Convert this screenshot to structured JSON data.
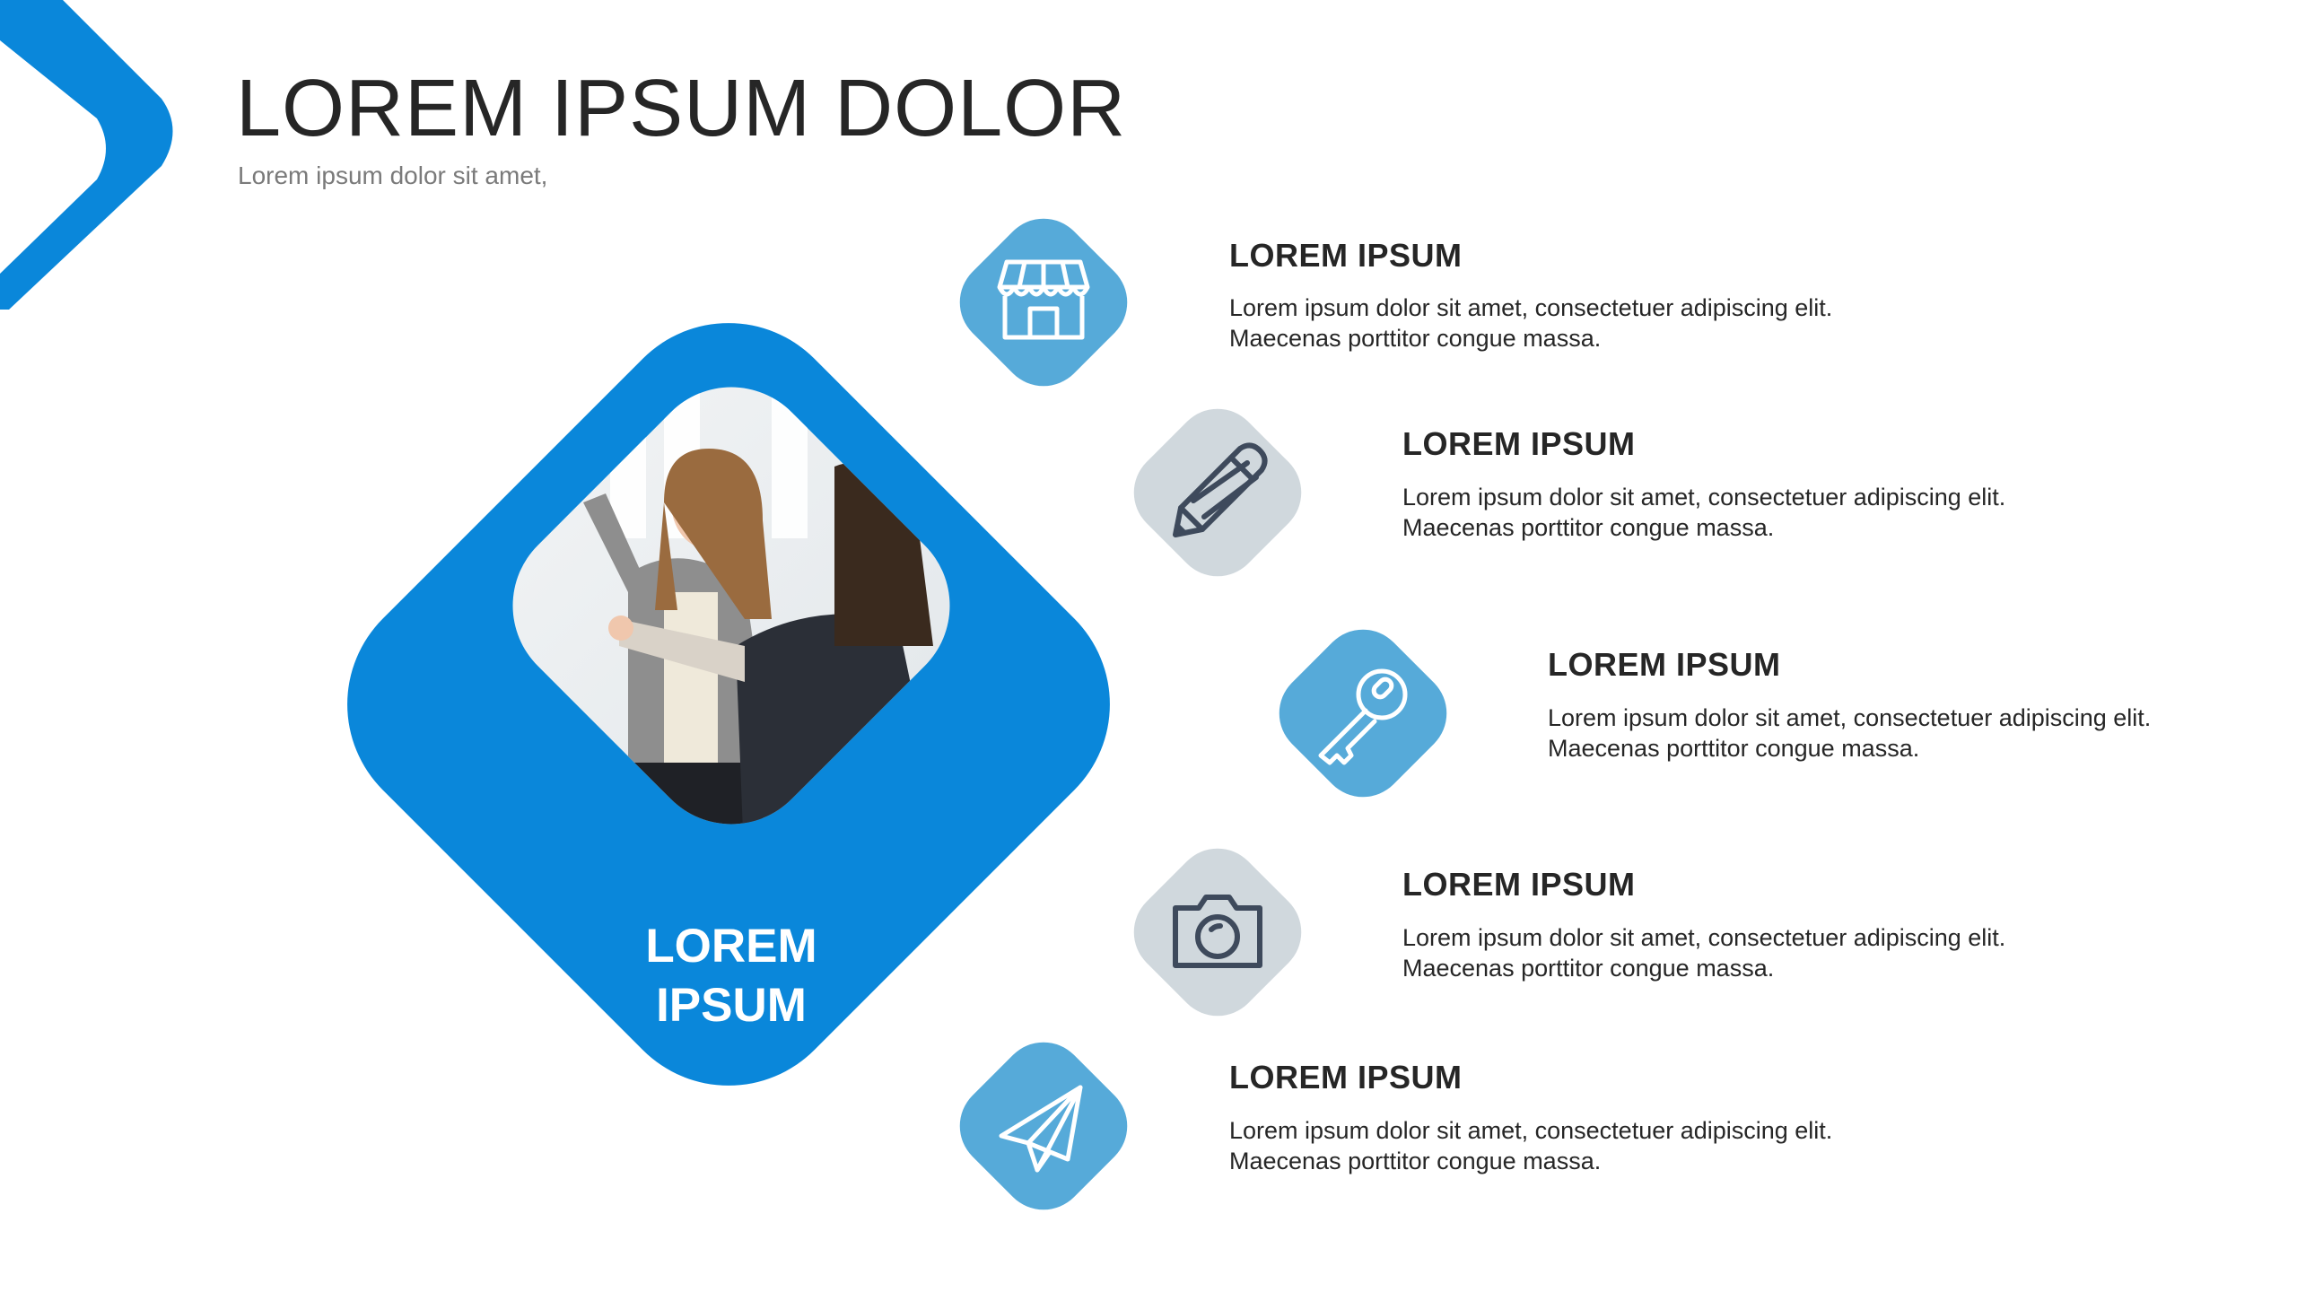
{
  "header": {
    "title": "LOREM IPSUM DOLOR",
    "subtitle": "Lorem ipsum dolor sit amet,"
  },
  "hero": {
    "label_line1": "LOREM",
    "label_line2": "IPSUM",
    "color": "#0a87da",
    "photo": "two women writing on a whiteboard"
  },
  "colors": {
    "accent_blue": "#0a87da",
    "tile_blue": "#56aad9",
    "tile_grey": "#d0d8dd",
    "icon_dark": "#3e4a5c"
  },
  "items": [
    {
      "icon": "store-icon",
      "heading": "LOREM IPSUM",
      "text": "Lorem ipsum dolor sit amet, consectetuer adipiscing elit. Maecenas porttitor congue massa."
    },
    {
      "icon": "pencil-icon",
      "heading": "LOREM IPSUM",
      "text": "Lorem ipsum dolor sit amet, consectetuer adipiscing elit. Maecenas porttitor congue massa."
    },
    {
      "icon": "key-icon",
      "heading": "LOREM IPSUM",
      "text": "Lorem ipsum dolor sit amet, consectetuer adipiscing elit. Maecenas porttitor congue massa."
    },
    {
      "icon": "camera-icon",
      "heading": "LOREM IPSUM",
      "text": "Lorem ipsum dolor sit amet, consectetuer adipiscing elit. Maecenas porttitor congue massa."
    },
    {
      "icon": "paper-plane-icon",
      "heading": "LOREM IPSUM",
      "text": "Lorem ipsum dolor sit amet, consectetuer adipiscing elit. Maecenas porttitor congue massa."
    }
  ]
}
